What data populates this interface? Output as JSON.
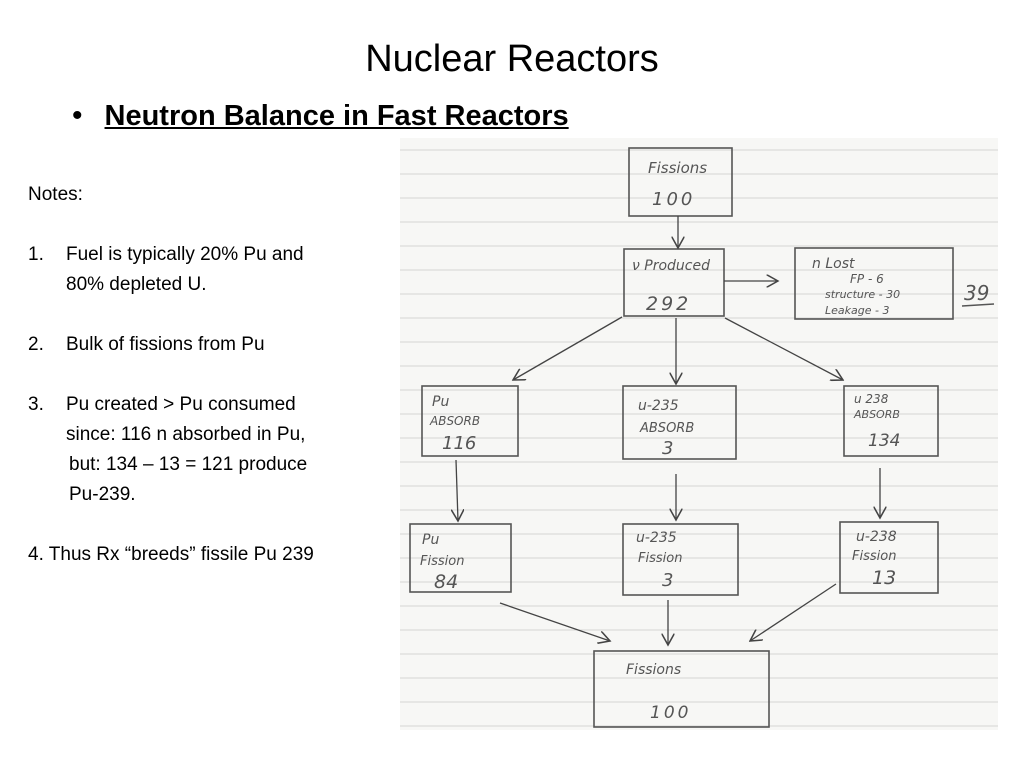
{
  "slide": {
    "title": "Nuclear Reactors",
    "bullet": "Neutron Balance in Fast Reactors"
  },
  "notes": {
    "heading": "Notes:",
    "items": [
      {
        "num": "1.",
        "text": "Fuel is typically 20% Pu and",
        "continuation": [
          "80% depleted U."
        ]
      },
      {
        "num": "2.",
        "text": "Bulk of fissions from Pu",
        "continuation": []
      },
      {
        "num": "3.",
        "text": "Pu  created > Pu consumed",
        "continuation": [
          "since: 116 n absorbed in Pu,",
          "but: 134 – 13 = 121 produce",
          "Pu-239."
        ]
      }
    ],
    "last": "4. Thus Rx “breeds” fissile Pu 239"
  },
  "diagram": {
    "fissions_top": {
      "label": "Fissions",
      "value": "100"
    },
    "produced": {
      "label": "ν Produced",
      "value": "292"
    },
    "lost": {
      "label": "n Lost",
      "fp": "FP - 6",
      "structure": "structure - 30",
      "leakage": "Leakage - 3",
      "total": "39"
    },
    "pu_absorb": {
      "label1": "Pu",
      "label2": "ABSORB",
      "value": "116"
    },
    "u235_absorb": {
      "label1": "u-235",
      "label2": "ABSORB",
      "value": "3"
    },
    "u238_absorb": {
      "label1": "u 238",
      "label2": "ABSORB",
      "value": "134"
    },
    "pu_fission": {
      "label1": "Pu",
      "label2": "Fission",
      "value": "84"
    },
    "u235_fission": {
      "label1": "u-235",
      "label2": "Fission",
      "value": "3"
    },
    "u238_fission": {
      "label1": "u-238",
      "label2": "Fission",
      "value": "13"
    },
    "fissions_bottom": {
      "label": "Fissions",
      "value": "100"
    }
  }
}
